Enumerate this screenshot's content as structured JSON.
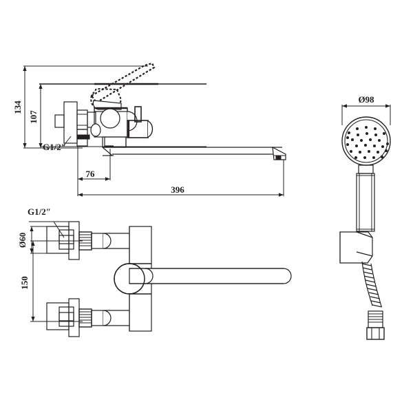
{
  "drawing": {
    "type": "technical-drawing",
    "subject": "wall-mounted bath shower mixer tap with long spout and hand shower",
    "background_color": "#ffffff",
    "line_color": "#231f20",
    "text_color": "#1a1a1a",
    "units": "mm",
    "views": [
      {
        "id": "side-elevation",
        "label": "side elevation of mixer body with spout",
        "position": "top-left"
      },
      {
        "id": "plan-view",
        "label": "plan view of mixer body with spout",
        "position": "bottom-left"
      },
      {
        "id": "hand-shower",
        "label": "hand shower with wall bracket and flexible hose",
        "position": "right"
      }
    ]
  },
  "dimensions": {
    "elevation": {
      "overall_height": "134",
      "body_height": "107",
      "inlet_thread": "G1/2″",
      "spout_offset": "76",
      "spout_length": "396"
    },
    "plan": {
      "inlet_thread": "G1/2″",
      "flange_diameter": "Ø60",
      "inlet_centers": "150"
    },
    "shower": {
      "head_diameter": "Ø98"
    }
  },
  "chart_data": {
    "type": "table",
    "title": "",
    "categories": [
      "134",
      "107",
      "G1/2″",
      "76",
      "396",
      "G1/2″",
      "Ø60",
      "150",
      "Ø98"
    ],
    "values": [
      134,
      107,
      0.5,
      76,
      396,
      0.5,
      60,
      150,
      98
    ]
  }
}
